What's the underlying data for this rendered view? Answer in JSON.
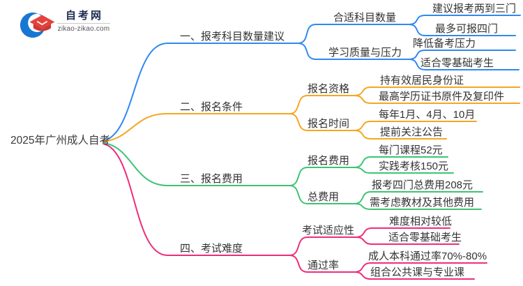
{
  "logo": {
    "title": "自考网",
    "domain": "zikao-zikao.com"
  },
  "colors": {
    "branch_blue": "#2E89F2",
    "branch_orange": "#F5A623",
    "branch_green": "#3CC472",
    "branch_pink": "#EE2D7A",
    "text": "#333333",
    "logo_navy": "#1B2A4E",
    "logo_blue": "#1778D2",
    "logo_red": "#E4423C"
  },
  "mindmap": {
    "root": "2025年广州成人自考",
    "branches": [
      {
        "label": "一、报考科目数量建议",
        "color": "#2E89F2",
        "children": [
          {
            "label": "合适科目数量",
            "leaves": [
              "建议报考两到三门",
              "最多可报四门"
            ]
          },
          {
            "label": "学习质量与压力",
            "leaves": [
              "降低备考压力",
              "适合零基础考生"
            ]
          }
        ]
      },
      {
        "label": "二、报名条件",
        "color": "#F5A623",
        "children": [
          {
            "label": "报名资格",
            "leaves": [
              "持有效居民身份证",
              "最高学历证书原件及复印件"
            ]
          },
          {
            "label": "报名时间",
            "leaves": [
              "每年1月、4月、10月",
              "提前关注公告"
            ]
          }
        ]
      },
      {
        "label": "三、报名费用",
        "color": "#3CC472",
        "children": [
          {
            "label": "报名费用",
            "leaves": [
              "每门课程52元",
              "实践考核150元"
            ]
          },
          {
            "label": "总费用",
            "leaves": [
              "报考四门总费用208元",
              "需考虑教材及其他费用"
            ]
          }
        ]
      },
      {
        "label": "四、考试难度",
        "color": "#EE2D7A",
        "children": [
          {
            "label": "考试适应性",
            "leaves": [
              "难度相对较低",
              "适合零基础考生"
            ]
          },
          {
            "label": "通过率",
            "leaves": [
              "成人本科通过率70%-80%",
              "组合公共课与专业课"
            ]
          }
        ]
      }
    ]
  }
}
